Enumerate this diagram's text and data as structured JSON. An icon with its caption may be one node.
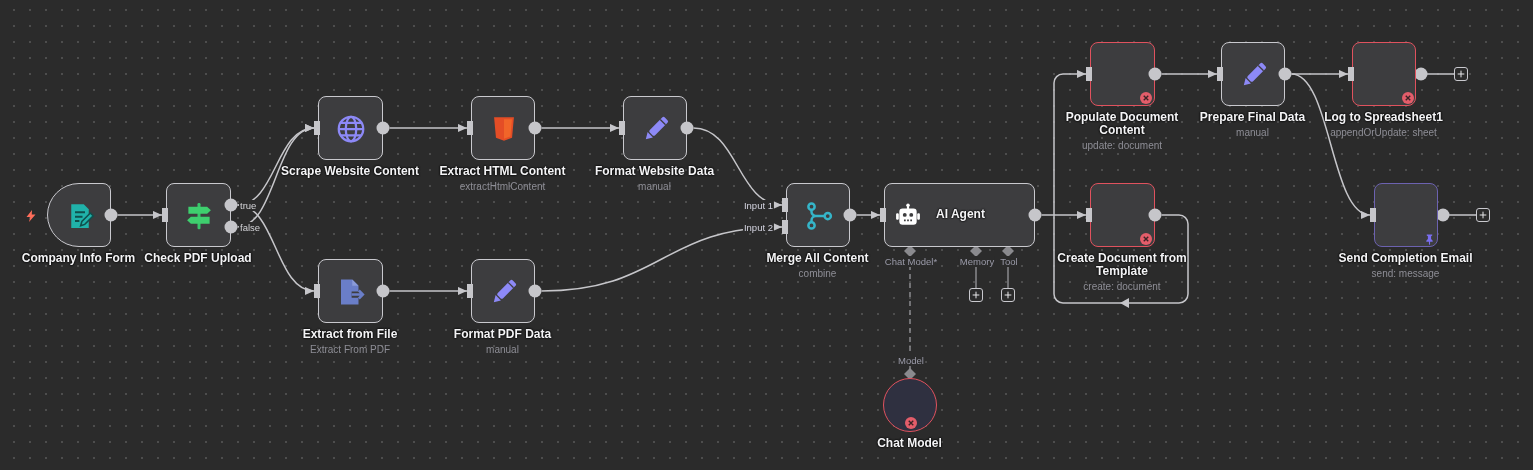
{
  "diagram": {
    "nodes": [
      {
        "text": [
          "Company Info Form"
        ]
      },
      {
        "text": [
          "Check PDF Upload"
        ],
        "beside": [
          "true",
          "false"
        ]
      },
      {
        "text": [
          "Scrape Website Content"
        ]
      },
      {
        "text": [
          "Extract HTML Content",
          "extractHtmlContent"
        ]
      },
      {
        "text": [
          "Format Website Data",
          "manual"
        ]
      },
      {
        "text": [
          "Extract from File",
          "Extract From PDF"
        ]
      },
      {
        "text": [
          "Format PDF Data",
          "manual"
        ]
      },
      {
        "text": [
          "Merge All Content",
          "combine"
        ],
        "beside": [
          "Input 1",
          "Input 2"
        ]
      },
      {
        "text": [
          "AI Agent"
        ],
        "beside": [
          "Chat Model*",
          "Memory",
          "Tool"
        ]
      },
      {
        "text": [
          "Chat Model"
        ],
        "beside": [
          "Model"
        ]
      },
      {
        "text": [],
        "shape": "box"
      },
      {
        "text": [],
        "shape": "box"
      },
      {
        "text": [
          "Populate Document Content",
          "update: document"
        ]
      },
      {
        "text": [
          "Create Document from Template",
          "create: document"
        ]
      },
      {
        "text": [
          "Prepare Final Data",
          "manual"
        ]
      },
      {
        "text": [
          "Log to Spreadsheet1",
          "appendOrUpdate: sheet"
        ]
      },
      {
        "text": [],
        "shape": "box"
      },
      {
        "text": [
          "Send Completion Email",
          "send: message"
        ]
      },
      {
        "text": [],
        "shape": "box"
      }
    ],
    "edges": [
      {
        "from": 0,
        "to": 1,
        "arrow": "to"
      },
      {
        "from": 1,
        "to": 2,
        "arrow": "to"
      },
      {
        "from": 1,
        "to": 5,
        "arrow": "to"
      },
      {
        "from": 1,
        "to": 2,
        "arrow": "to"
      },
      {
        "from": 2,
        "to": 3,
        "arrow": "to"
      },
      {
        "from": 3,
        "to": 4,
        "arrow": "to"
      },
      {
        "from": 4,
        "to": 7,
        "arrow": "to"
      },
      {
        "from": 5,
        "to": 6,
        "arrow": "to"
      },
      {
        "from": 6,
        "to": 7,
        "arrow": "to"
      },
      {
        "from": 7,
        "to": 8,
        "arrow": "to"
      },
      {
        "from": 9,
        "to": 8,
        "arrow": "other",
        "style": "dashed",
        "color": "#8a8a8e"
      },
      {
        "from": 8,
        "to": 10,
        "arrow": "other",
        "color": "#8a8a8e"
      },
      {
        "from": 8,
        "to": 11,
        "arrow": "other",
        "color": "#8a8a8e"
      },
      {
        "from": 8,
        "to": 13,
        "arrow": "to"
      },
      {
        "from": 13,
        "to": 12,
        "arrow": "to"
      },
      {
        "from": 12,
        "to": 14,
        "arrow": "to"
      },
      {
        "from": 14,
        "to": 15,
        "arrow": "to"
      },
      {
        "from": 14,
        "to": 17,
        "arrow": "to"
      },
      {
        "from": 15,
        "to": 16,
        "arrow": "other"
      },
      {
        "from": 17,
        "to": 18,
        "arrow": "other"
      }
    ]
  }
}
